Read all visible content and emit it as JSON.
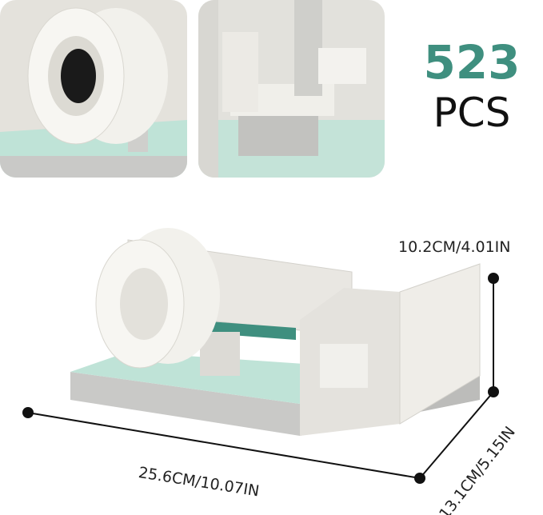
{
  "piece_count": {
    "number": "523",
    "unit": "PCS"
  },
  "dimensions": {
    "height": "10.2CM/4.01IN",
    "length": "25.6CM/10.07IN",
    "width": "13.1CM/5.15IN"
  },
  "colors": {
    "accent": "#3f8f7f",
    "floor": "#bfe3d7",
    "brick": "#e9e7e2",
    "base": "#c9c9c7"
  }
}
